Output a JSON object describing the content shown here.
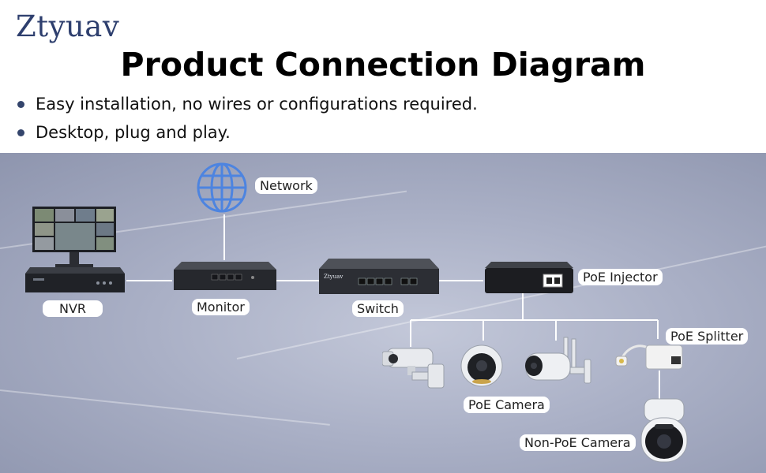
{
  "brand": "Ztyuav",
  "title": "Product Connection Diagram",
  "bullets": [
    "Easy installation, no wires or configurations required.",
    "Desktop, plug and play."
  ],
  "diagram": {
    "labels": {
      "network": "Network",
      "nvr": "NVR",
      "monitor": "Monitor",
      "switch": "Switch",
      "poe_injector": "PoE Injector",
      "poe_splitter": "PoE Splitter",
      "poe_camera": "PoE Camera",
      "non_poe_camera": "Non-PoE Camera"
    },
    "switch_brand": "Ztyuav",
    "icons": [
      "globe-icon",
      "nvr-monitor",
      "nvr-recorder",
      "router-device",
      "switch-device",
      "poe-injector-device",
      "bullet-camera",
      "dome-camera",
      "wifi-bullet-camera",
      "poe-splitter-device",
      "ptz-camera"
    ],
    "colors": {
      "brand": "#2e3f6e",
      "panel": "#aab0c6",
      "globe": "#4d84e0",
      "device": "#2b2d33",
      "wire": "#ffffff"
    }
  }
}
